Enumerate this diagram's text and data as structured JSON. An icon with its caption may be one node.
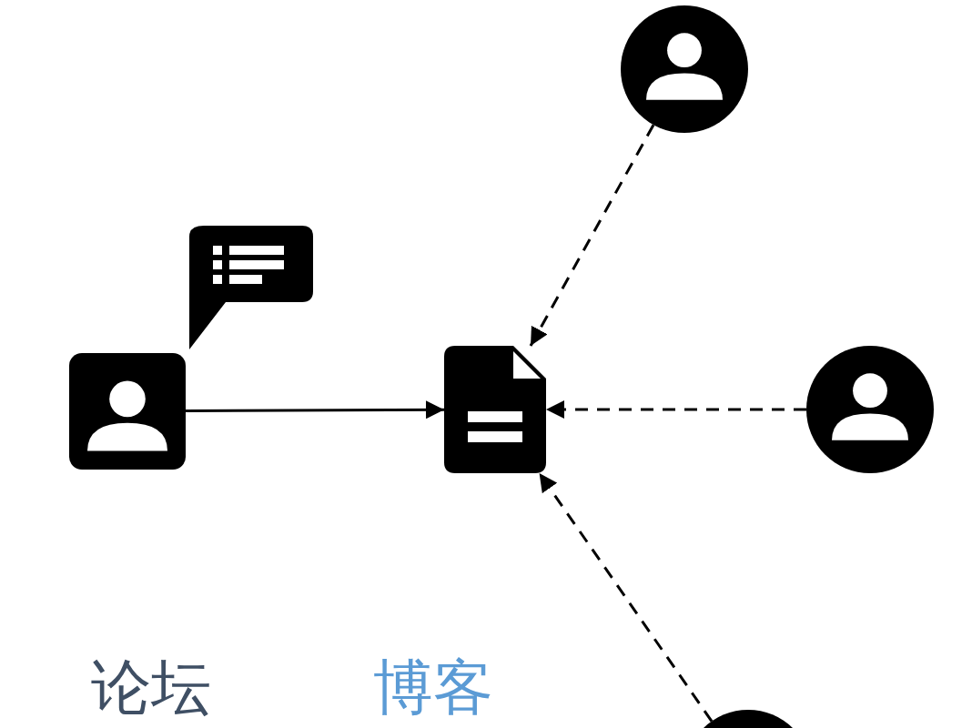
{
  "diagram": {
    "nodes": [
      {
        "text": [],
        "shape": "person"
      },
      {
        "text": [],
        "shape": "picture"
      },
      {
        "text": [],
        "shape": "person"
      },
      {
        "text": [],
        "shape": "person"
      },
      {
        "text": [],
        "shape": "circle"
      }
    ],
    "edges": [
      {
        "from": 0,
        "to": 1,
        "arrow": "to"
      },
      {
        "from": 2,
        "to": 1,
        "arrow": "to",
        "style": "dashed"
      },
      {
        "from": 3,
        "to": 1,
        "arrow": "to",
        "style": "dashed"
      },
      {
        "from": 4,
        "to": 1,
        "arrow": "to",
        "style": "dashed"
      }
    ],
    "labels": [
      "论坛",
      "博客"
    ]
  }
}
